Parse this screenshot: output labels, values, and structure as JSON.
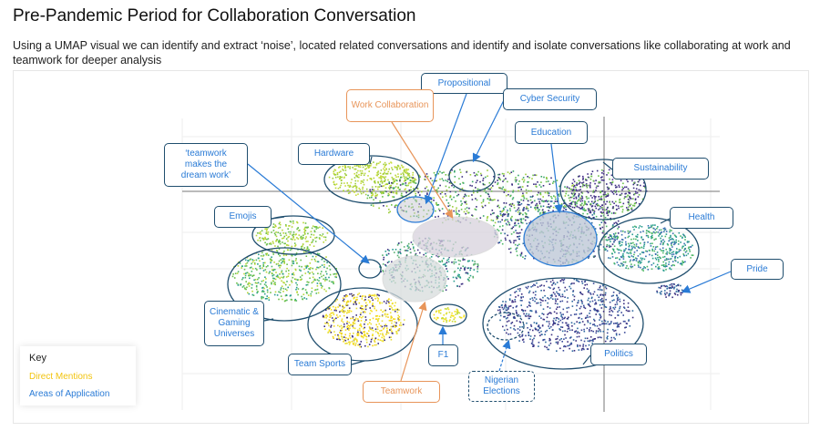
{
  "header": {
    "title": "Pre-Pandemic Period for Collaboration Conversation",
    "subtitle": "Using a UMAP visual we can identify and extract ‘noise’, located related conversations and identify and isolate conversations like collaborating at work and teamwork for deeper analysis"
  },
  "labels": {
    "propositional": "Propositional",
    "work_collaboration": "Work Collaboration",
    "cyber_security": "Cyber Security",
    "education": "Education",
    "hardware": "Hardware",
    "teamwork_dream": "‘teamwork makes the dream work’",
    "sustainability": "Sustainability",
    "emojis": "Emojis",
    "health": "Health",
    "pride": "Pride",
    "cinematic": "Cinematic & Gaming Universes",
    "team_sports": "Team Sports",
    "f1": "F1",
    "politics": "Politics",
    "teamwork": "Teamwork",
    "nigerian_elections": "Nigerian Elections"
  },
  "key": {
    "title": "Key",
    "direct_mentions": "Direct Mentions",
    "areas_of_application": "Areas of Application"
  },
  "colors": {
    "direct": "#f2c40f",
    "application": "#2a7bd6",
    "orange": "#e8955a",
    "box_border": "#1f4e6e"
  }
}
